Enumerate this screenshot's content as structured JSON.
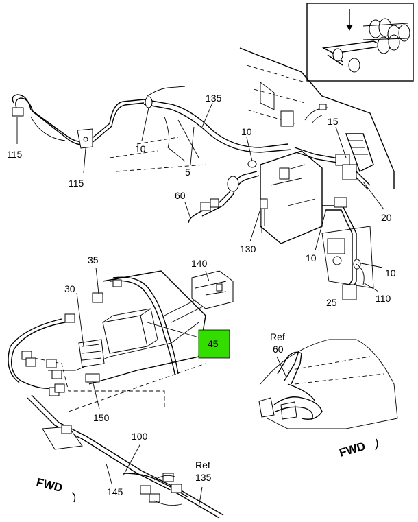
{
  "highlight_color": "#33dd00",
  "callouts": {
    "c115a": "115",
    "c115b": "115",
    "c10a": "10",
    "c135a": "135",
    "c5": "5",
    "c10b": "10",
    "c15": "15",
    "c20": "20",
    "c60": "60",
    "c130": "130",
    "c10c": "10",
    "c10d": "10",
    "c110": "110",
    "c25": "25",
    "c35": "35",
    "c140": "140",
    "c30": "30",
    "c45": "45",
    "c150": "150",
    "c100": "100",
    "c145": "145",
    "c135b": "135",
    "ref_b": "Ref",
    "c60b": "60",
    "ref_a": "Ref"
  },
  "fwd_labels": {
    "left": "FWD",
    "right": "FWD"
  }
}
